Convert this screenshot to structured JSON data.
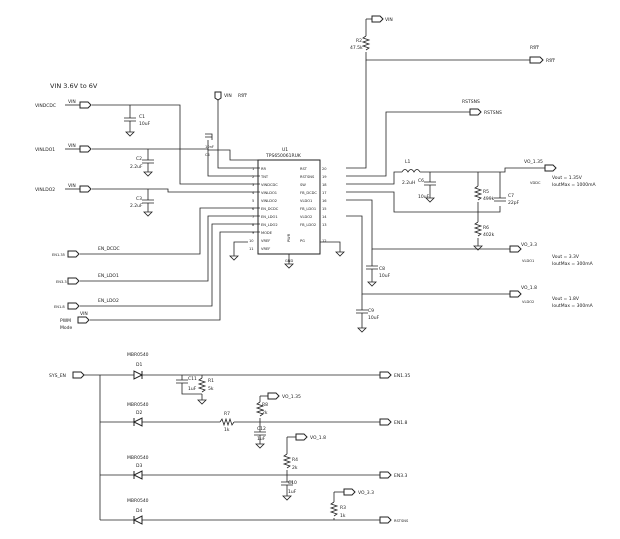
{
  "top_note": "VIN   3.6V to 6V",
  "power": {
    "vin_labels": [
      "VIN",
      "VIN",
      "VIN",
      "VIN",
      "VIN",
      "VIN"
    ],
    "vin_top": "VIN",
    "rst": "RST",
    "rstsns": "RSTSNS",
    "vin_rst": "VIN",
    "rst_pin": "RST"
  },
  "inputs": {
    "vinldcdc": "VINDCDC",
    "vinldo1": "VINLDO1",
    "vinldo2": "VINLDO2",
    "pwm_mode": [
      "PWM",
      "Mode"
    ]
  },
  "enable_nets": {
    "en_dcdc": "EN_DCDC",
    "en_ldo1": "EN_LDO1",
    "en_ldo2": "EN_LDO2",
    "en_dcdc_port": "EN1.35",
    "en_ldo1_port": "EN3.3",
    "en_ldo2_port": "EN1.8"
  },
  "ic": {
    "ref": "U1",
    "part": "TPS650061RUK",
    "left_pins": [
      "RR",
      "TNT",
      "VINDCDC",
      "VINLDO1",
      "VINLDO2",
      "EN_DCDC",
      "EN_LDO1",
      "EN_LDO2",
      "MODE",
      "VREF",
      "VREF"
    ],
    "left_pin_numbers": [
      "1",
      "2",
      "3",
      "4",
      "5",
      "6",
      "7",
      "8",
      "9",
      "10",
      "11"
    ],
    "right_pins": [
      "RST",
      "RSTSNS",
      "SW",
      "FB_DCDC",
      "VLDO1",
      "FB_LDO1",
      "VLDO2",
      "FB_LDO2",
      "PG"
    ],
    "right_pin_numbers": [
      "20",
      "19",
      "18",
      "17",
      "16",
      "15",
      "14",
      "13",
      "12"
    ],
    "bottom_label": "GND",
    "pwr_label": "PWR"
  },
  "components": {
    "C1": {
      "ref": "C1",
      "value": "10uF"
    },
    "C2": {
      "ref": "C2",
      "value": "2.2uF"
    },
    "C3": {
      "ref": "C3",
      "value": "2.2uF"
    },
    "C4": {
      "ref": "C4",
      "value": "10nF"
    },
    "R2": {
      "ref": "R2",
      "value": "47.5k"
    },
    "L1": {
      "ref": "L1",
      "value": "2.2uH"
    },
    "C6": {
      "ref": "C6",
      "value": "10uF"
    },
    "R5": {
      "ref": "R5",
      "value": "499k"
    },
    "C7": {
      "ref": "C7",
      "value": "22pF"
    },
    "R6": {
      "ref": "R6",
      "value": "402k"
    },
    "C8": {
      "ref": "C8",
      "value": "10uF"
    },
    "C9": {
      "ref": "C9",
      "value": "10uF"
    },
    "D1": {
      "ref": "D1",
      "part": "MBR0540"
    },
    "D2": {
      "ref": "D2",
      "part": "MBR0540"
    },
    "D3": {
      "ref": "D3",
      "part": "MBR0540"
    },
    "D4": {
      "ref": "D4",
      "part": "MBR0540"
    },
    "C11": {
      "ref": "C11",
      "value": "1uF"
    },
    "R1": {
      "ref": "R1",
      "value": "5k"
    },
    "R8": {
      "ref": "R8",
      "value": "2k"
    },
    "R7": {
      "ref": "R7",
      "value": "1k"
    },
    "C12": {
      "ref": "C12",
      "value": "1uF"
    },
    "R4": {
      "ref": "R4",
      "value": "2k"
    },
    "C10": {
      "ref": "C10",
      "value": "1uF"
    },
    "R3": {
      "ref": "R3",
      "value": "1k"
    }
  },
  "outputs": {
    "vo135": {
      "net": "VO_1.35",
      "spec1": "Vout = 1.35V",
      "spec2": "IoutMax = 1000mA",
      "port": "VDDC"
    },
    "vo33": {
      "net": "VO_3.3",
      "spec1": "Vout = 3.3V",
      "spec2": "IoutMax = 300mA",
      "port": "VLDO1"
    },
    "vo18": {
      "net": "VO_1.8",
      "spec1": "Vout = 1.8V",
      "spec2": "IoutMax = 300mA",
      "port": "VLDO2"
    }
  },
  "sequencer": {
    "sys_en": "SYS_EN",
    "out_en135": "EN1.35",
    "out_en18": "EN1.8",
    "out_en33": "EN3.3",
    "out_rstsns": "RSTSNS",
    "vo135": "VO_1.35",
    "vo18": "VO_1.8",
    "vo33": "VO_3.3"
  }
}
